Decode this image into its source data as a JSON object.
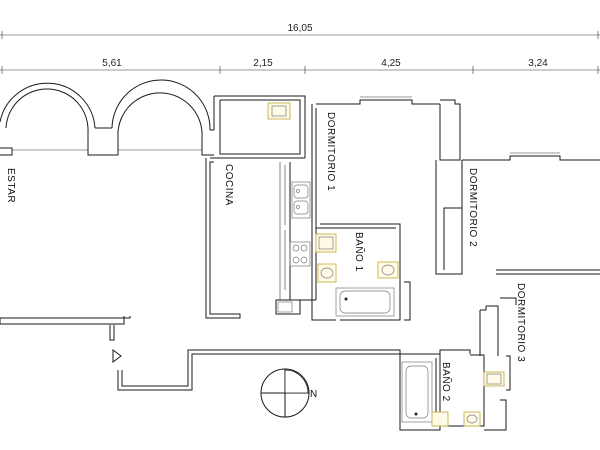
{
  "dimensions": {
    "total": "16,05",
    "segments": [
      "5,61",
      "2,15",
      "4,25",
      "3,24"
    ]
  },
  "rooms": {
    "estar": "ESTAR",
    "cocina": "COCINA",
    "dormitorio1": "DORMITORIO 1",
    "dormitorio2": "DORMITORIO 2",
    "dormitorio3": "DORMITORIO 3",
    "bano1": "BAÑO 1",
    "bano2": "BAÑO 2"
  },
  "compass": {
    "label": "N"
  },
  "colors": {
    "wall": "#1a1a1a",
    "fixture_accent": "#c8b24a"
  }
}
